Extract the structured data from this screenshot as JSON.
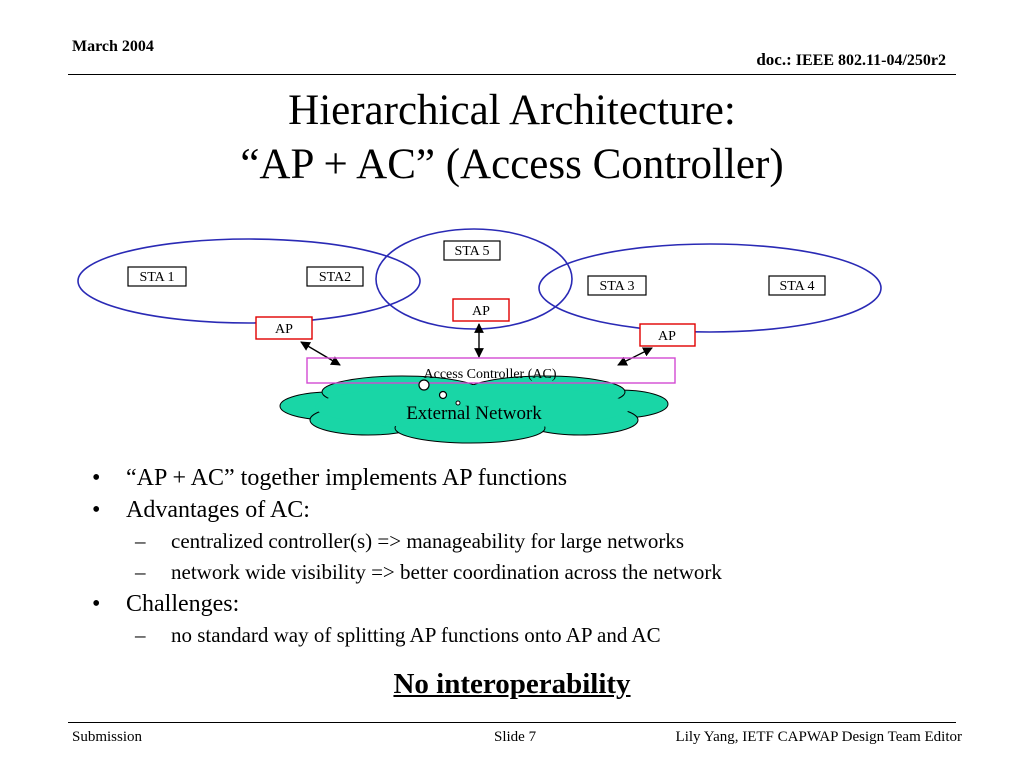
{
  "header": {
    "date": "March 2004",
    "doc_prefix": "doc.:",
    "doc_id": "IEEE 802.11-04/250r2"
  },
  "title": {
    "line1": "Hierarchical Architecture:",
    "line2": "“AP + AC” (Access Controller)"
  },
  "diagram": {
    "stations": [
      "STA 1",
      "STA2",
      "STA 5",
      "STA 3",
      "STA 4"
    ],
    "ap_label": "AP",
    "ac_label": "Access Controller (AC)",
    "network_label": "External Network",
    "colors": {
      "cell": "#2a2ab5",
      "ap_border": "#e00000",
      "ac_border": "#d24ad2",
      "cloud_fill": "#19d6a6"
    }
  },
  "bullets": [
    {
      "level": 1,
      "text": "“AP + AC” together implements AP functions"
    },
    {
      "level": 1,
      "text": "Advantages of AC:"
    },
    {
      "level": 2,
      "text": "centralized controller(s) => manageability for large networks"
    },
    {
      "level": 2,
      "text": "network wide visibility => better coordination across the network"
    },
    {
      "level": 1,
      "text": "Challenges:"
    },
    {
      "level": 2,
      "text": "no standard way of splitting AP functions onto AP and AC"
    }
  ],
  "conclusion": "No interoperability",
  "footer": {
    "left": "Submission",
    "center": "Slide 7",
    "right": "Lily Yang, IETF CAPWAP Design Team Editor"
  }
}
